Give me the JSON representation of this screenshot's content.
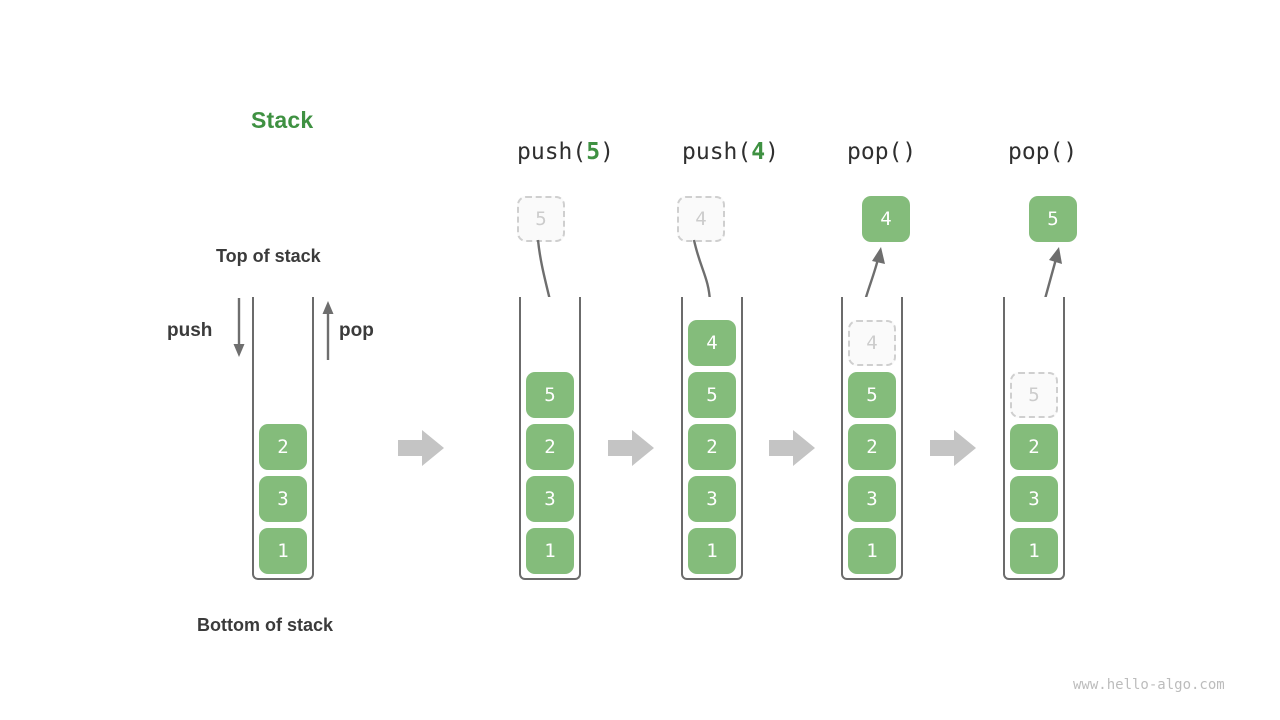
{
  "title": "Stack",
  "labels": {
    "top_of_stack": "Top of stack",
    "bottom_of_stack": "Bottom of stack",
    "push": "push",
    "pop": "pop"
  },
  "colors": {
    "accent_green": "#3f9142",
    "box_green": "#84bc7b",
    "ghost_border": "#cfcfcf",
    "ghost_text": "#cccccc",
    "container_stroke": "#6b6b6b",
    "flow_arrow": "#c4c4c4",
    "curve_arrow": "#6e6e6e",
    "text_dark": "#3b3b3b"
  },
  "watermark": "www.hello-algo.com",
  "columns": [
    {
      "id": "initial",
      "header_prefix": "",
      "header_arg": "",
      "header_suffix": "",
      "stack": [
        "2",
        "3",
        "1"
      ],
      "floating_box": null,
      "floating_state": "none",
      "ghost_in_stack": null,
      "side_arrows": true
    },
    {
      "id": "push-5",
      "header_prefix": "push(",
      "header_arg": "5",
      "header_suffix": ")",
      "stack": [
        "5",
        "2",
        "3",
        "1"
      ],
      "floating_box": "5",
      "floating_state": "ghost",
      "ghost_in_stack": null,
      "side_arrows": false
    },
    {
      "id": "push-4",
      "header_prefix": "push(",
      "header_arg": "4",
      "header_suffix": ")",
      "stack": [
        "4",
        "5",
        "2",
        "3",
        "1"
      ],
      "floating_box": "4",
      "floating_state": "ghost",
      "ghost_in_stack": null,
      "side_arrows": false
    },
    {
      "id": "pop-4",
      "header_prefix": "pop(",
      "header_arg": "",
      "header_suffix": ")",
      "stack": [
        "5",
        "2",
        "3",
        "1"
      ],
      "floating_box": "4",
      "floating_state": "solid",
      "ghost_in_stack": "4",
      "side_arrows": false
    },
    {
      "id": "pop-5",
      "header_prefix": "pop(",
      "header_arg": "",
      "header_suffix": ")",
      "stack": [
        "2",
        "3",
        "1"
      ],
      "floating_box": "5",
      "floating_state": "solid",
      "ghost_in_stack": "5",
      "side_arrows": false
    }
  ],
  "flow_arrow_count": 4
}
